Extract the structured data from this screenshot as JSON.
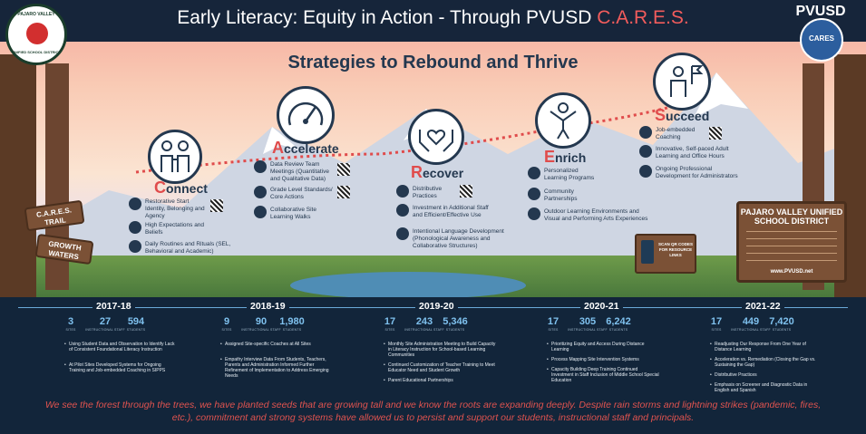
{
  "header": {
    "title_main": "Early Literacy: Equity in Action - Through PVUSD ",
    "title_accent": "C.A.R.E.S.",
    "logo_left_top": "PAJARO VALLEY",
    "logo_left_bottom": "UNIFIED SCHOOL DISTRICT",
    "logo_right_name": "PVUSD",
    "logo_right_badge": "CARES"
  },
  "subtitle": "Strategies to Rebound and Thrive",
  "phases": [
    {
      "initial": "C",
      "rest": "onnect",
      "items": [
        "Restorative Start Identity, Belonging and Agency",
        "High Expectations and Beliefs",
        "Daily Routines and Rituals (SEL, Behavioral and Academic)"
      ]
    },
    {
      "initial": "A",
      "rest": "ccelerate",
      "items": [
        "Data Review Team Meetings (Quantitative and Qualitative Data)",
        "Grade Level Standards/ Core Actions",
        "Collaborative Site Learning Walks"
      ]
    },
    {
      "initial": "R",
      "rest": "ecover",
      "items": [
        "Distributive Practices",
        "Investment in Additional Staff and Efficient/Effective Use",
        "Intentional Language Development (Phonological Awareness and Collaborative Structures)"
      ]
    },
    {
      "initial": "E",
      "rest": "nrich",
      "items": [
        "Personalized Learning Programs",
        "Community Partnerships",
        "Outdoor Learning Environments and Visual and Performing Arts Experiences"
      ]
    },
    {
      "initial": "S",
      "rest": "ucceed",
      "items": [
        "Job-embedded Coaching",
        "Innovative, Self-paced Adult Learning and Office Hours",
        "Ongoing Professional Development for Administrators"
      ]
    }
  ],
  "signs": {
    "trail": "C.A.R.E.S. TRAIL",
    "growth": "GROWTH WATERS",
    "scan": "SCAN QR CODES FOR RESOURCE LINKS",
    "board_title": "PAJARO VALLEY UNIFIED SCHOOL DISTRICT",
    "board_url": "www.PVUSD.net"
  },
  "stat_labels": {
    "sites": "SITES",
    "staff": "INSTRUCTIONAL STAFF",
    "students": "STUDENTS"
  },
  "years": [
    {
      "year": "2017-18",
      "sites": "3",
      "staff": "27",
      "students": "594",
      "bullets": [
        "Using Student Data and Observation to Identify Lack of Consistent Foundational Literacy Instruction",
        "At Pilot Sites Developed Systems for Ongoing Training and Job-embedded Coaching in SIPPS"
      ]
    },
    {
      "year": "2018-19",
      "sites": "9",
      "staff": "90",
      "students": "1,980",
      "bullets": [
        "Assigned Site-specific Coaches at All Sites",
        "Empathy Interview Data From Students, Teachers, Parents and Administration Informed Further Refinement of Implementation to Address Emerging Needs"
      ]
    },
    {
      "year": "2019-20",
      "sites": "17",
      "staff": "243",
      "students": "5,346",
      "bullets": [
        "Monthly Site Administration Meeting to Build Capacity in Literacy Instruction for School-based Learning Communities",
        "Continued Customization of Teacher Training to Meet Educator Need and Student Growth",
        "Parent Educational Partnerships"
      ]
    },
    {
      "year": "2020-21",
      "sites": "17",
      "staff": "305",
      "students": "6,242",
      "bullets": [
        "Prioritizing Equity and Access During Distance Learning",
        "Process Mapping Site Intervention Systems",
        "Capacity Building Deep Training Continued Investment in Staff Inclusion of Middle School Special Education"
      ]
    },
    {
      "year": "2021-22",
      "sites": "17",
      "staff": "449",
      "students": "7,420",
      "bullets": [
        "Readjusting Our Response From One Year of Distance Learning",
        "Acceleration vs. Remediation (Closing the Gap vs. Sustaining the Gap)",
        "Distributive Practices",
        "Emphasis on Screener and Diagnostic Data in English and Spanish"
      ]
    }
  ],
  "footer_quote": "We see the forest through the trees, we have planted seeds that are growing tall and we know the roots are expanding deeply.  Despite rain storms and lightning strikes (pandemic, fires, etc.), commitment and strong systems have allowed us to persist and support our students, instructional staff and principals.",
  "colors": {
    "accent": "#e04c4c",
    "navy": "#24384f",
    "stat": "#7fc1ee"
  }
}
